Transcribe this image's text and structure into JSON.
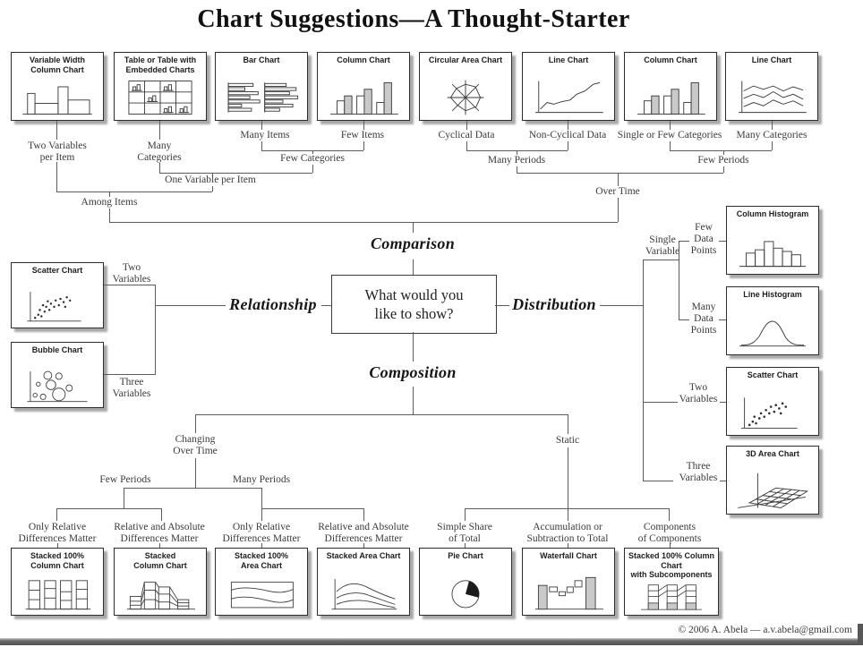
{
  "title": "Chart Suggestions—A Thought-Starter",
  "center_question": "What would you\nlike to show?",
  "axes": {
    "comparison": "Comparison",
    "relationship": "Relationship",
    "distribution": "Distribution",
    "composition": "Composition"
  },
  "boxes": {
    "top": [
      {
        "title": "Variable Width\nColumn Chart"
      },
      {
        "title": "Table or Table with\nEmbedded Charts"
      },
      {
        "title": "Bar Chart"
      },
      {
        "title": "Column Chart"
      },
      {
        "title": "Circular Area Chart"
      },
      {
        "title": "Line Chart"
      },
      {
        "title": "Column Chart"
      },
      {
        "title": "Line Chart"
      }
    ],
    "left": [
      {
        "title": "Scatter Chart"
      },
      {
        "title": "Bubble Chart"
      }
    ],
    "right": [
      {
        "title": "Column Histogram"
      },
      {
        "title": "Line Histogram"
      },
      {
        "title": "Scatter Chart"
      },
      {
        "title": "3D Area Chart"
      }
    ],
    "bottom": [
      {
        "title": "Stacked 100%\nColumn Chart"
      },
      {
        "title": "Stacked\nColumn Chart"
      },
      {
        "title": "Stacked 100%\nArea Chart"
      },
      {
        "title": "Stacked Area Chart"
      },
      {
        "title": "Pie Chart"
      },
      {
        "title": "Waterfall Chart"
      },
      {
        "title": "Stacked 100% Column Chart\nwith Subcomponents"
      }
    ]
  },
  "labels": {
    "two_variables_per_item": "Two Variables\nper Item",
    "many_categories_a": "Many\nCategories",
    "many_items": "Many Items",
    "few_items": "Few Items",
    "few_categories": "Few Categories",
    "one_variable_per_item": "One Variable per Item",
    "among_items": "Among Items",
    "cyclical_data": "Cyclical Data",
    "non_cyclical_data": "Non-Cyclical Data",
    "single_or_few_categories": "Single or Few Categories",
    "many_categories_b": "Many Categories",
    "many_periods_top": "Many Periods",
    "few_periods_top": "Few Periods",
    "over_time": "Over Time",
    "two_variables_left": "Two\nVariables",
    "three_variables_left": "Three\nVariables",
    "single_variable": "Single\nVariable",
    "few_data_points": "Few\nData\nPoints",
    "many_data_points": "Many\nData\nPoints",
    "two_variables_right": "Two\nVariables",
    "three_variables_right": "Three\nVariables",
    "changing_over_time": "Changing\nOver Time",
    "static": "Static",
    "few_periods_bottom": "Few Periods",
    "many_periods_bottom": "Many Periods",
    "only_relative_a": "Only Relative\nDifferences Matter",
    "rel_abs_a": "Relative and Absolute\nDifferences Matter",
    "only_relative_b": "Only Relative\nDifferences Matter",
    "rel_abs_b": "Relative and Absolute\nDifferences Matter",
    "simple_share": "Simple Share\nof Total",
    "accumulation": "Accumulation or\nSubtraction to Total",
    "components": "Components\nof Components"
  },
  "footer": "© 2006  A. Abela — a.v.abela@gmail.com",
  "colors": {
    "line": "#5c5c5c",
    "box_border": "#2c2c2c",
    "shadow": "#a8a8a8",
    "bar_gray": "#c9c9c9",
    "pie_black": "#1b1b1b"
  }
}
